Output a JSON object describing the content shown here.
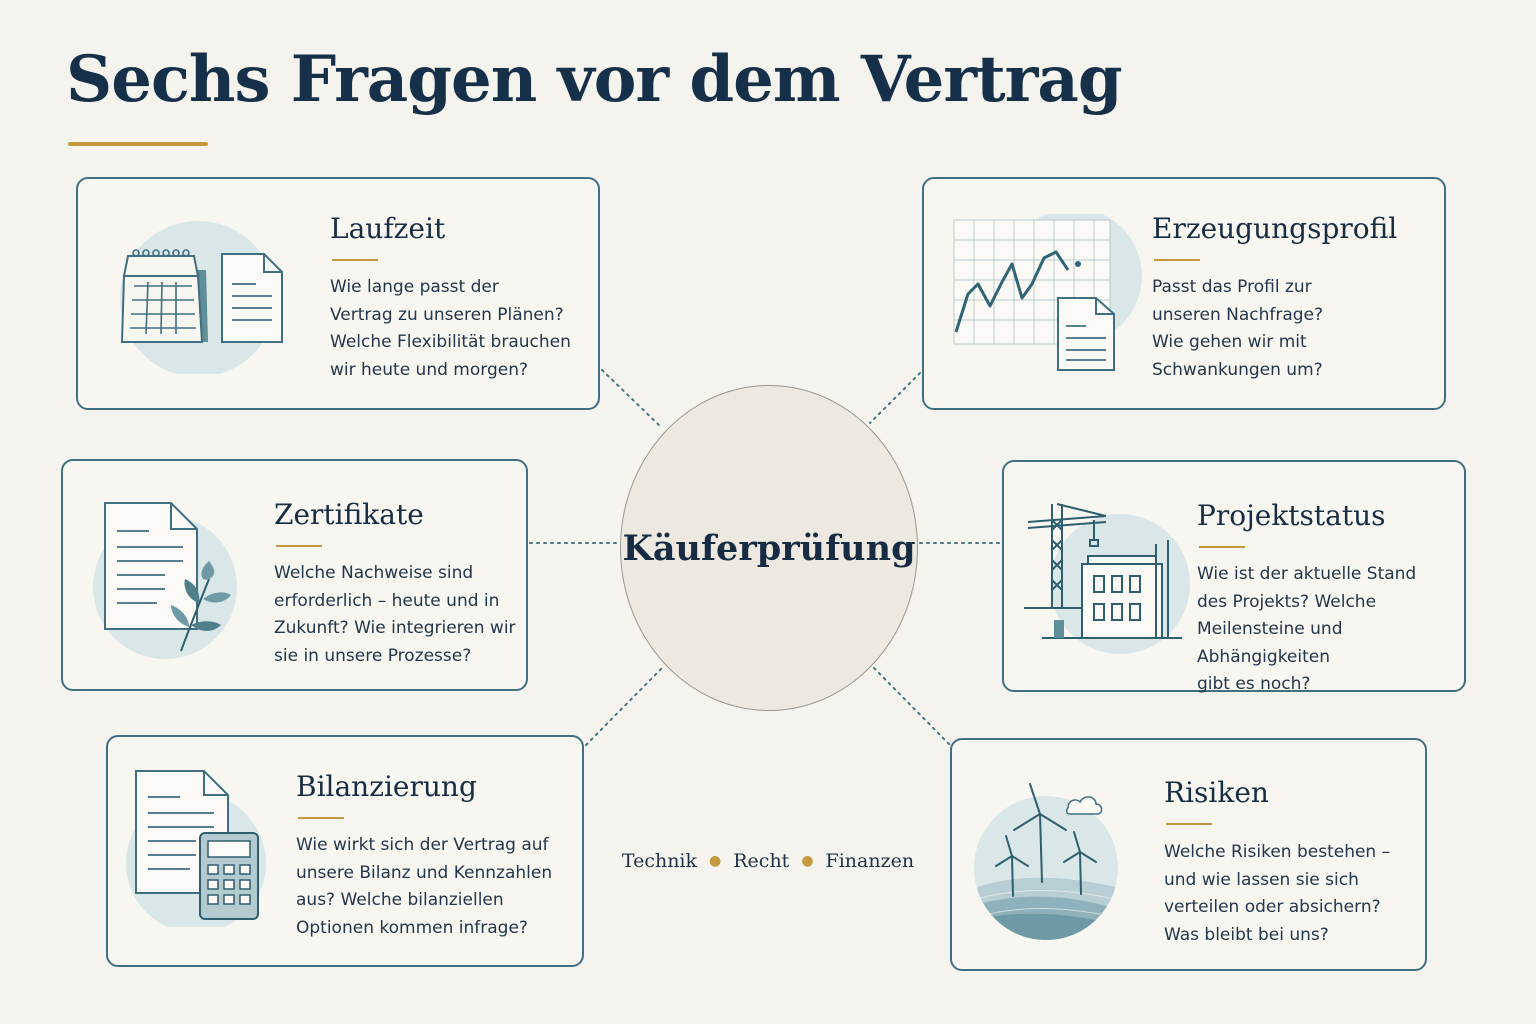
{
  "title": "Sechs Fragen vor dem Vertrag",
  "hub": {
    "label": "Käuferprüfung"
  },
  "disciplines": [
    "Technik",
    "Recht",
    "Finanzen"
  ],
  "colors": {
    "accent_gold": "#c59a3f",
    "border_teal": "#3f6f80",
    "title_navy": "#163049",
    "illustration_tint": "#dae7e8"
  },
  "cards": [
    {
      "title": "Laufzeit",
      "icon": "calendar-document-icon",
      "text": "Wie lange passt der\nVertrag zu unseren Plänen?\nWelche Flexibilität brauchen\nwir heute und morgen?"
    },
    {
      "title": "Erzeugungsprofil",
      "icon": "line-chart-document-icon",
      "text": "Passt das Profil zur\nunseren Nachfrage?\nWie gehen wir mit\nSchwankungen um?"
    },
    {
      "title": "Zertifikate",
      "icon": "certificate-leaf-icon",
      "text": "Welche Nachweise sind\nerforderlich – heute und in\nZukunft? Wie integrieren wir\nsie in unsere Prozesse?"
    },
    {
      "title": "Projektstatus",
      "icon": "construction-crane-icon",
      "text": "Wie ist der aktuelle Stand\ndes Projekts? Welche\nMeilensteine und Abhängigkeiten\ngibt es noch?"
    },
    {
      "title": "Bilanzierung",
      "icon": "calculator-document-icon",
      "text": "Wie wirkt sich der Vertrag auf\nunsere Bilanz und Kennzahlen\naus? Welche bilanziellen\nOptionen kommen infrage?"
    },
    {
      "title": "Risiken",
      "icon": "wind-turbines-icon",
      "text": "Welche Risiken bestehen –\nund wie lassen sie sich\nverteilen oder absichern?\nWas bleibt bei uns?"
    }
  ]
}
